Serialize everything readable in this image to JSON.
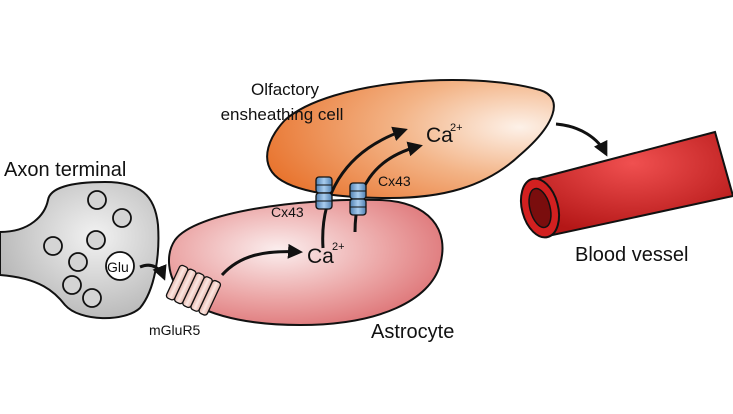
{
  "labels": {
    "axon_terminal": "Axon terminal",
    "olfactory_line1": "Olfactory",
    "olfactory_line2": "ensheathing cell",
    "astrocyte": "Astrocyte",
    "blood_vessel": "Blood vessel",
    "glu": "Glu",
    "mglur5": "mGluR5",
    "cx43_left": "Cx43",
    "cx43_right": "Cx43",
    "ca_olfactory": "Ca",
    "ca_olfactory_charge": "2+",
    "ca_astrocyte": "Ca",
    "ca_astrocyte_charge": "2+"
  },
  "colors": {
    "olfactory_cell": "#e8803f",
    "astrocyte": "#d9676c",
    "axon_terminal": "#b9b9b9",
    "blood_vessel": "#d01f1f",
    "gap_junction": "#6f9fcf",
    "receptor": "#f3d3cc"
  }
}
